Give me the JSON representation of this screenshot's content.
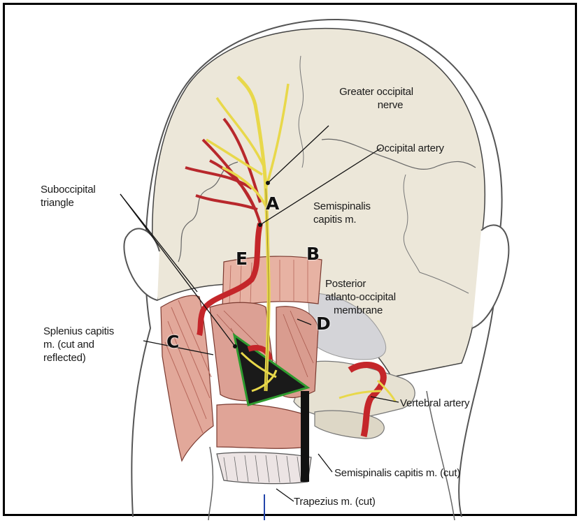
{
  "labels": {
    "greater_occipital_nerve": [
      "Greater occipital",
      "nerve"
    ],
    "occipital_artery": "Occipital artery",
    "suboccipital_triangle": [
      "Suboccipital",
      "triangle"
    ],
    "semispinalis_capitis": [
      "Semispinalis",
      "capitis m."
    ],
    "posterior_atlanto_occipital_membrane": [
      "Posterior",
      "atlanto-occipital",
      "membrane"
    ],
    "splenius_capitis": [
      "Splenius capitis",
      "m. (cut and",
      "reflected)"
    ],
    "vertebral_artery": "Vertebral artery",
    "semispinalis_capitis_cut": "Semispinalis capitis m. (cut)",
    "trapezius_cut": "Trapezius m. (cut)"
  },
  "markers": [
    "A",
    "B",
    "C",
    "D",
    "E"
  ],
  "colors": {
    "nerve": "#e8d84a",
    "artery": "#c4262a",
    "muscle": "#e2a89a",
    "bone": "#e9e4d6",
    "triangle": "#2e9a2e",
    "outline": "#444444"
  }
}
